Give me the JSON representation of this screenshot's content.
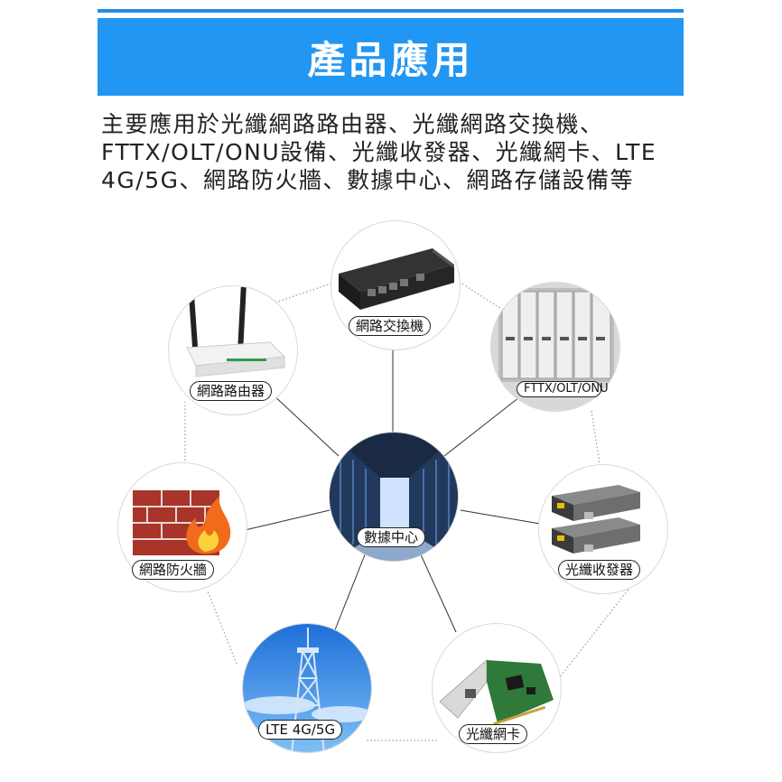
{
  "banner": {
    "title": "產品應用"
  },
  "intro": {
    "text": "主要應用於光纖網路路由器、光纖網路交換機、FTTX/OLT/ONU設備、光纖收發器、光纖網卡、LTE 4G/5G、網路防火牆、數據中心、網路存儲設備等"
  },
  "nodes": {
    "center": "數據中心",
    "switch": "網路交換機",
    "router": "網路路由器",
    "fttx": "FTTX/OLT/ONU",
    "firewall": "網路防火牆",
    "transceiver": "光纖收發器",
    "lte": "LTE 4G/5G",
    "nic": "光纖網卡"
  },
  "colors": {
    "banner": "#2196f3",
    "accent_line": "#1f8ee8"
  }
}
